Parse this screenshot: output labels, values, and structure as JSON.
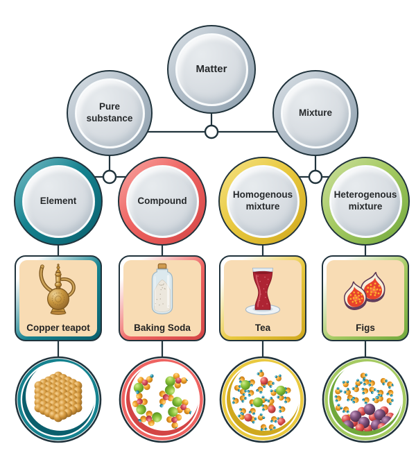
{
  "nodes": {
    "matter": {
      "label": "Matter"
    },
    "pure_substance": {
      "label": "Pure substance"
    },
    "mixture": {
      "label": "Mixture"
    },
    "element": {
      "label": "Element"
    },
    "compound": {
      "label": "Compound"
    },
    "homogenous": {
      "label": "Homogenous mixture"
    },
    "heterogenous": {
      "label": "Heterogenous mixture"
    }
  },
  "examples": {
    "element": {
      "label": "Copper teapot",
      "icon": "copper-teapot-icon"
    },
    "compound": {
      "label": "Baking Soda",
      "icon": "baking-soda-bottle-icon"
    },
    "homogenous": {
      "label": "Tea",
      "icon": "tea-glass-icon"
    },
    "heterogenous": {
      "label": "Figs",
      "icon": "figs-icon"
    }
  },
  "particles": {
    "element": "copper-atoms-cube",
    "compound": "identical-molecules",
    "homogenous": "uniformly-mixed-particles",
    "heterogenous": "separated-particle-clusters"
  },
  "palette": {
    "gray": {
      "light": "#dbe2e7",
      "main": "#b1bdc8",
      "dark": "#8ea0ae"
    },
    "element": {
      "light": "#7cc0c9",
      "main": "#15828f",
      "dark": "#0a5f6d"
    },
    "compound": {
      "light": "#f8a9a5",
      "main": "#ee6361",
      "dark": "#d34545"
    },
    "homogenous": {
      "light": "#f4e388",
      "main": "#e9c93f",
      "dark": "#cfa81e"
    },
    "heterogenous": {
      "light": "#cde0a0",
      "main": "#a5ca62",
      "dark": "#71a83c"
    }
  },
  "particle_colors": {
    "copper": "#d0953b",
    "green": "#8cc43c",
    "orange": "#f3a62c",
    "molecule_red": "#d94f5c",
    "teal": "#2e9bb5",
    "purple": "#7c4f7a",
    "crimson": "#e25555"
  },
  "outline_color": "#20333c",
  "card_background": "#f8dcb4",
  "canvas_background": "#ffffff"
}
